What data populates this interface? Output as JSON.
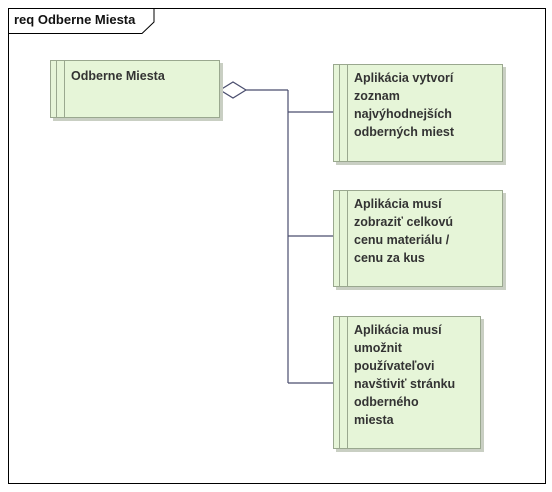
{
  "diagram": {
    "frame_title": "req Odberne Miesta",
    "source": {
      "label": "Odberne Miesta"
    },
    "requirements": [
      {
        "label": "Aplikácia vytvorí\nzoznam\nnajvýhodnejších\nodberných miest"
      },
      {
        "label": "Aplikácia musí\nzobraziť celkovú\ncenu materiálu /\ncenu za kus"
      },
      {
        "label": "Aplikácia musí\numožnit\npoužívateľovi\nnavštiviť stránku\nodberného\nmiesta"
      }
    ],
    "colors": {
      "element_fill": "#e6f5d8",
      "element_border": "#9aa88f",
      "connector": "#4a4e6e"
    }
  }
}
